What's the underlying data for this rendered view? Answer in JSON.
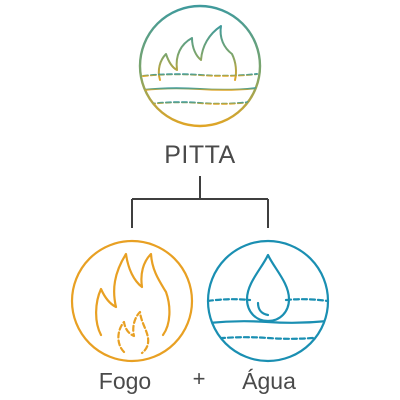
{
  "diagram": {
    "title": "PITTA",
    "left_label": "Fogo",
    "operator": "+",
    "right_label": "Água"
  },
  "colors": {
    "fire": "#e8a023",
    "water": "#1a8fb2",
    "gradient_top": "#3f9a9c",
    "gradient_bottom": "#e0a526",
    "connector": "#3f3f3f",
    "text": "#4a4a4a"
  },
  "icons": {
    "top": "fire-over-water-icon",
    "left": "fire-icon",
    "right": "water-drop-icon"
  }
}
